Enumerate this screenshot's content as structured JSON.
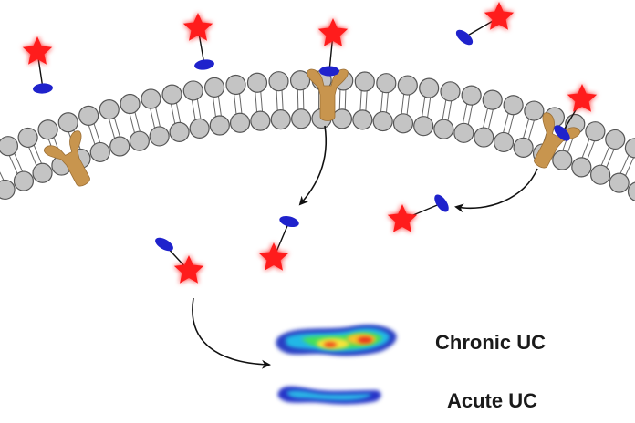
{
  "labels": {
    "chronic": "Chronic UC",
    "acute": "Acute UC"
  },
  "colors": {
    "lipid_head": "#c4c4c4",
    "lipid_outline": "#555555",
    "receptor": "#c8954e",
    "ligand_blue": "#1f22cc",
    "star_red": "#ff1f1f",
    "arrow": "#111111"
  },
  "icons": [
    "lipid-bilayer",
    "receptor-icon",
    "probe-icon",
    "star-fluorophore-icon",
    "blue-ligand-icon",
    "fluorescence-heatmap"
  ]
}
